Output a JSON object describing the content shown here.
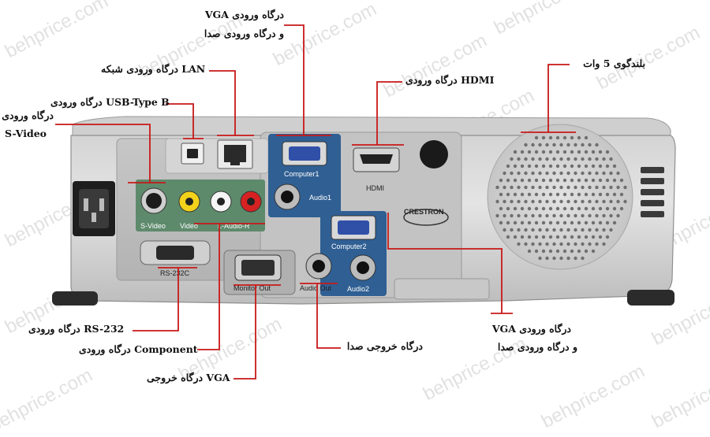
{
  "watermark": "behprice.com",
  "callouts": {
    "vga_audio_in_top_1": "درگاه ورودی VGA",
    "vga_audio_in_top_2": "و درگاه ورودی صدا",
    "lan": "درگاه ورودی شبکه LAN",
    "usb_b": "درگاه ورودی USB-Type B",
    "svideo_1": "درگاه ورودی",
    "svideo_2": "S-Video",
    "hdmi": "درگاه ورودی HDMI",
    "speaker": "بلندگوی 5 وات",
    "rs232": "درگاه ورودی RS-232",
    "component": "درگاه ورودی Component",
    "vga_out": "درگاه خروجی VGA",
    "audio_out": "درگاه خروجی صدا",
    "vga_audio_in_bottom_1": "درگاه ورودی VGA",
    "vga_audio_in_bottom_2": "و درگاه ورودی صدا"
  },
  "panel_labels": {
    "computer1": "Computer1",
    "audio1": "Audio1",
    "hdmi": "HDMI",
    "crestron": "CRESTRON",
    "computer2": "Computer2",
    "audio2": "Audio2",
    "svideo": "S-Video",
    "video": "Video",
    "l_audio_r": "L-Audio-R",
    "rs232c": "RS-232C",
    "monitor_out": "Monitor Out",
    "audio_out": "Audio Out"
  },
  "colors": {
    "leader_line": "#c81818",
    "input_panel_blue": "#2f5f93",
    "av_panel_green": "#5e8a6c",
    "body_gray": "#d9d9d9"
  }
}
